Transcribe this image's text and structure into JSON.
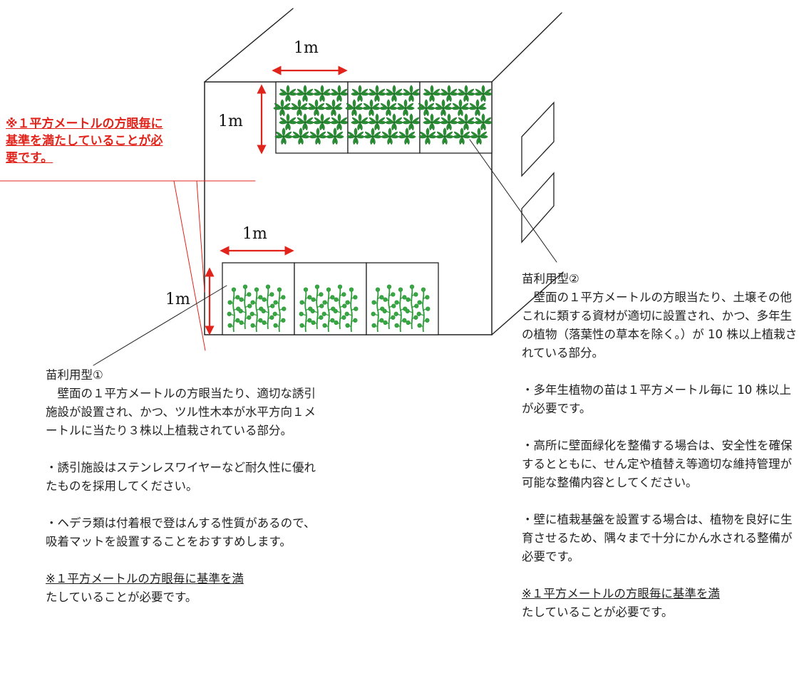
{
  "labels": {
    "top_width": "1m",
    "top_height": "1m",
    "bottom_width": "1m",
    "bottom_height": "1m"
  },
  "red_note": "※１平方メートルの方眼毎に基準を満たしていることが必要です。",
  "type1": {
    "title": "苗利用型①",
    "description": "壁面の１平方メートルの方眼当たり、適切な誘引施設が設置され、かつ、ツル性木本が水平方向１メートルに当たり３株以上植栽されている部分。",
    "notes": [
      "・誘引施設はステンレスワイヤーなど耐久性に優れたものを採用してください。",
      "・ヘデラ類は付着根で登はんする性質があるので、吸着マットを設置することをおすすめします。"
    ],
    "footnote_underlined": "※１平方メートルの方眼毎に基準を満",
    "footnote_rest": "たしていることが必要です。"
  },
  "type2": {
    "title": "苗利用型②",
    "description": "壁面の１平方メートルの方眼当たり、土壌その他これに類する資材が適切に設置され、かつ、多年生の植物（落葉性の草本を除く。）が 10 株以上植栽されている部分。",
    "notes": [
      "・多年生植物の苗は１平方メートル毎に 10 株以上が必要です。",
      "・高所に壁面緑化を整備する場合は、安全性を確保するとともに、せん定や植替え等適切な維持管理が可能な整備内容としてください。",
      "・壁に植栽基盤を設置する場合は、植物を良好に生育させるため、隅々まで十分にかん水される整備が必要です。"
    ],
    "footnote_underlined": "※１平方メートルの方眼毎に基準を満",
    "footnote_rest": "たしていることが必要です。"
  },
  "colors": {
    "accent": "#e0241b",
    "leaf_dark": "#1f7a2a",
    "leaf_light": "#3fb34a",
    "vine": "#2f9a3a",
    "line": "#222222"
  }
}
